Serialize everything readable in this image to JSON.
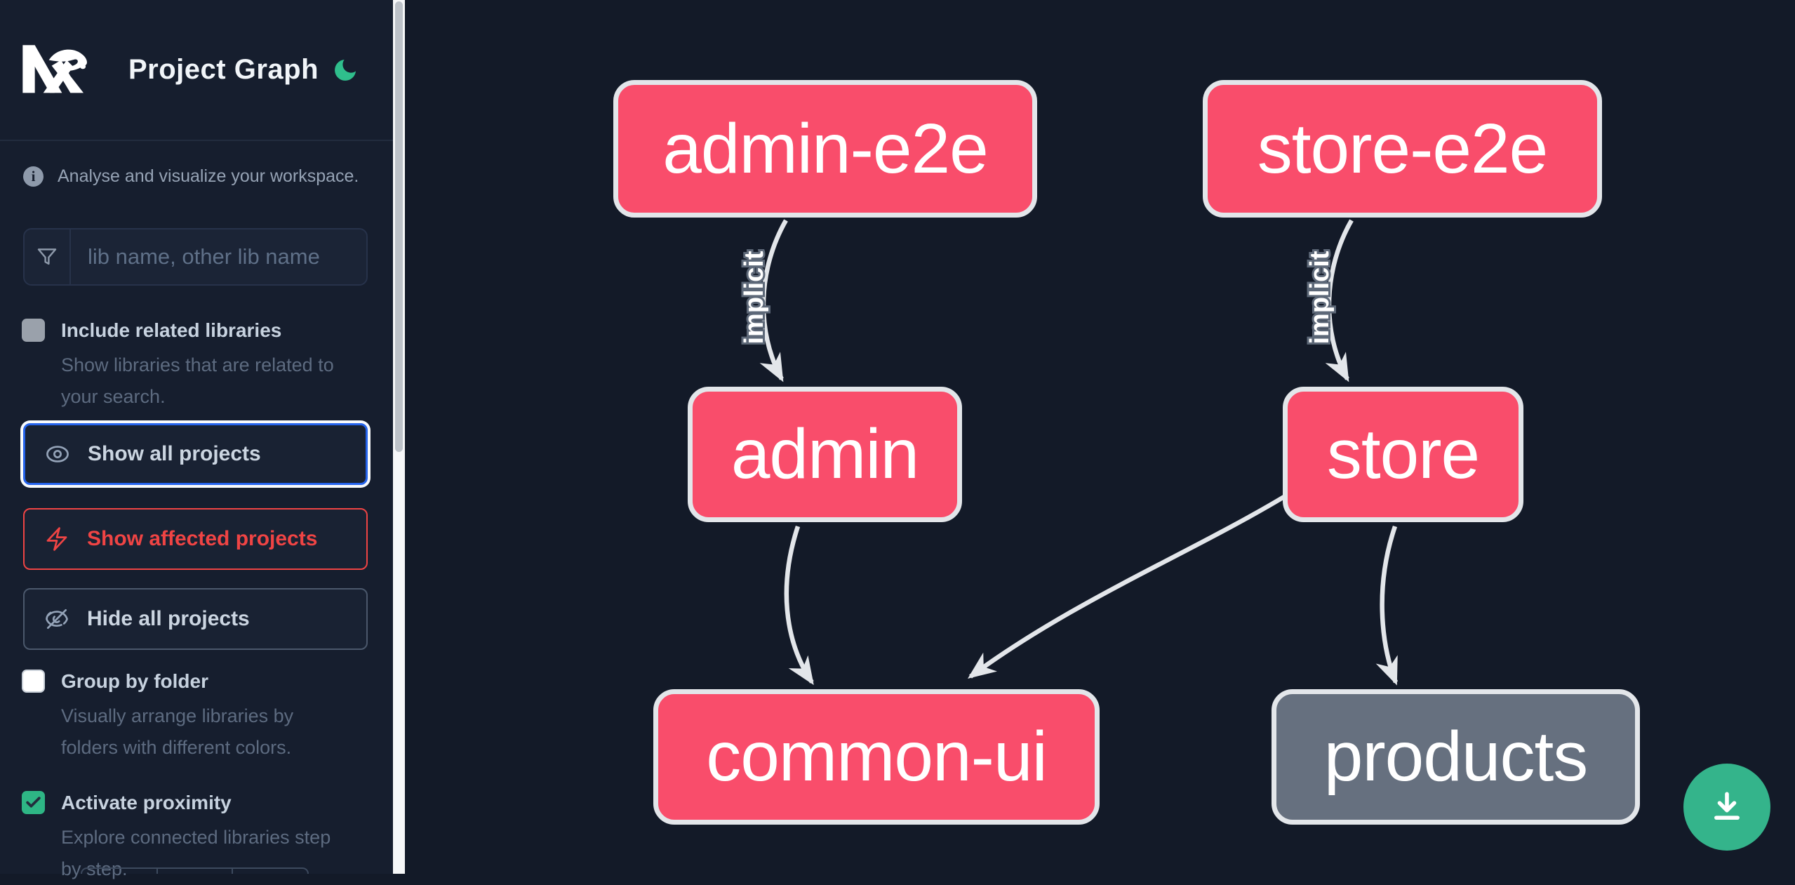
{
  "header": {
    "title": "Project Graph",
    "logo_alt": "Nx"
  },
  "sidebar": {
    "tagline": "Analyse and visualize your workspace.",
    "search": {
      "placeholder": "lib name, other lib name",
      "value": ""
    },
    "options": [
      {
        "label": "Include related libraries",
        "description": "Show libraries that are related to your search.",
        "checked": false
      },
      {
        "label": "Group by folder",
        "description": "Visually arrange libraries by folders with different colors.",
        "checked": false
      },
      {
        "label": "Activate proximity",
        "description": "Explore connected libraries step by step.",
        "checked": true
      }
    ],
    "actions": [
      {
        "label": "Show all projects",
        "state": "focused"
      },
      {
        "label": "Show affected projects",
        "state": "affected"
      },
      {
        "label": "Hide all projects",
        "state": "default"
      }
    ]
  },
  "graph": {
    "nodes": [
      {
        "id": "admin-e2e",
        "label": "admin-e2e",
        "color": "pink"
      },
      {
        "id": "store-e2e",
        "label": "store-e2e",
        "color": "pink"
      },
      {
        "id": "admin",
        "label": "admin",
        "color": "pink"
      },
      {
        "id": "store",
        "label": "store",
        "color": "pink"
      },
      {
        "id": "common-ui",
        "label": "common-ui",
        "color": "pink"
      },
      {
        "id": "products",
        "label": "products",
        "color": "gray"
      }
    ],
    "edges": [
      {
        "from": "admin-e2e",
        "to": "admin",
        "label": "implicit"
      },
      {
        "from": "store-e2e",
        "to": "store",
        "label": "implicit"
      },
      {
        "from": "admin",
        "to": "common-ui",
        "label": ""
      },
      {
        "from": "store",
        "to": "common-ui",
        "label": ""
      },
      {
        "from": "store",
        "to": "products",
        "label": ""
      }
    ]
  },
  "fab": {
    "icon": "download"
  },
  "colors": {
    "node_pink": "#f94d6b",
    "node_gray": "#66707f",
    "node_border": "#e3e6ea",
    "edge": "#e3e6ea",
    "accent_green": "#2eb685",
    "focus_blue": "#2563eb",
    "affected_red": "#ef4444",
    "canvas_bg": "#131a28",
    "sidebar_bg": "#161e2e"
  }
}
